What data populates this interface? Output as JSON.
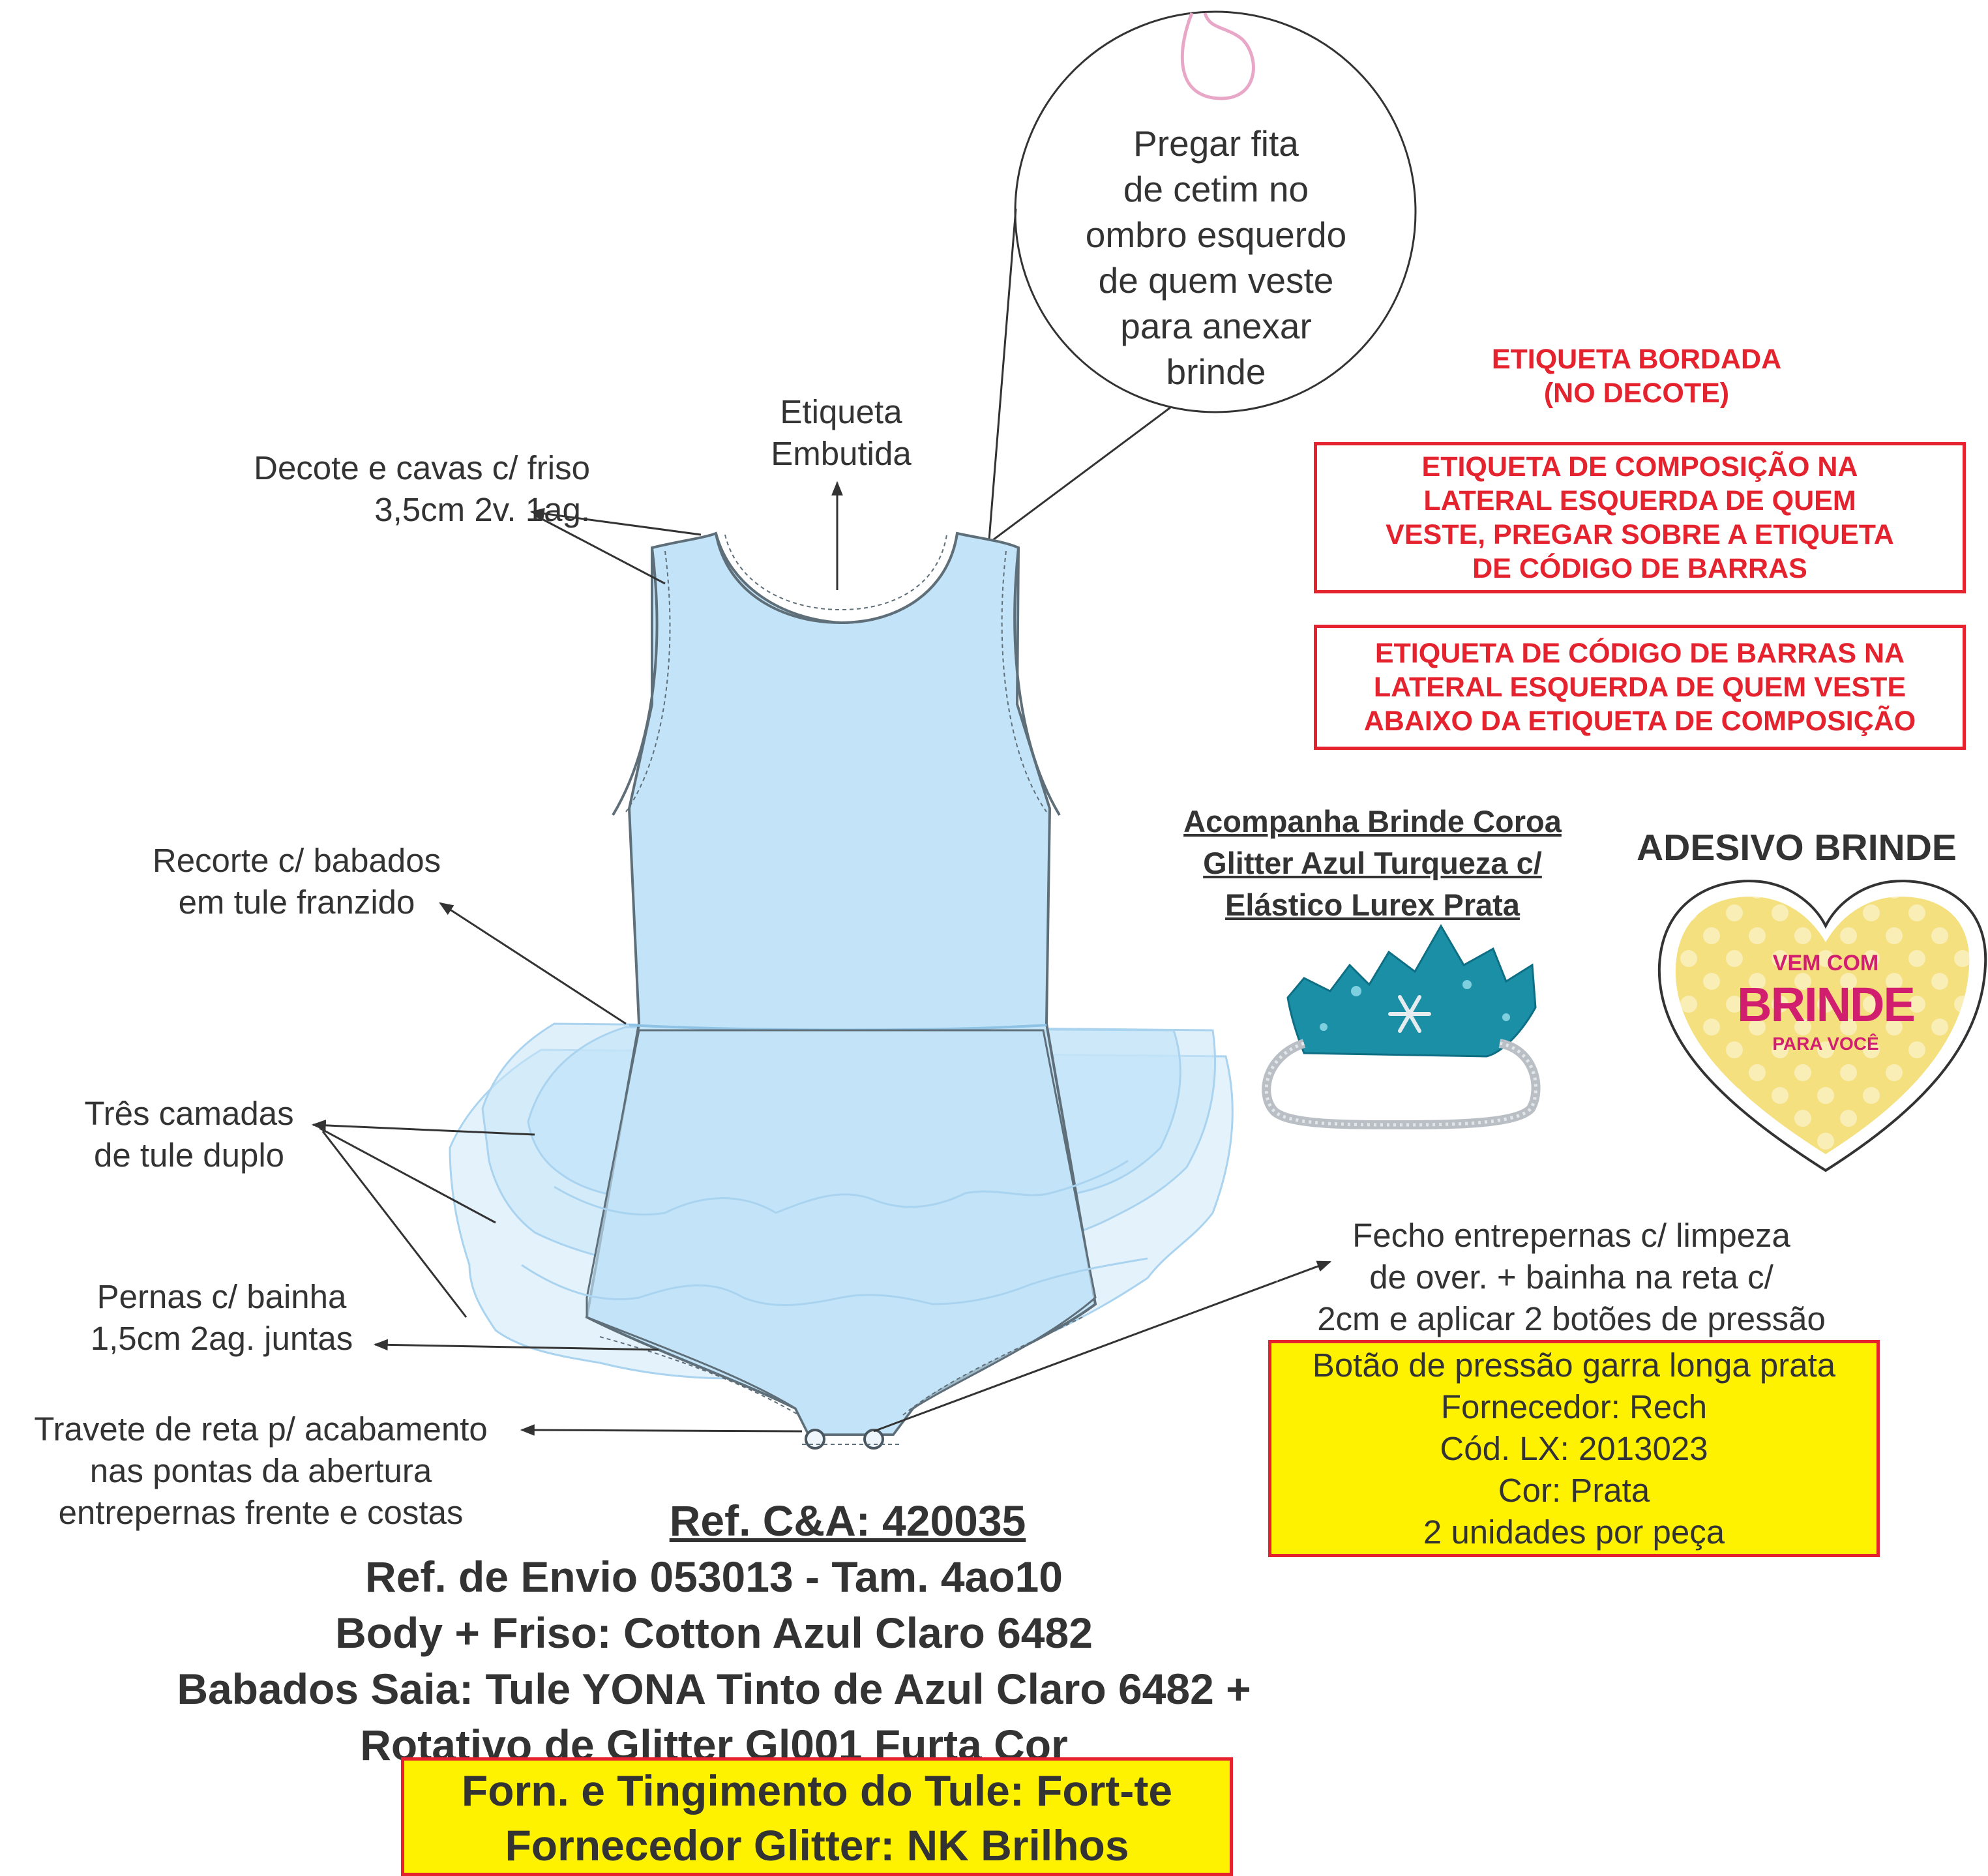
{
  "colors": {
    "body_fill": "#c3e4f8",
    "body_stroke": "#5f6f79",
    "tulle": "#b9dcf4",
    "red_text": "#e4232f",
    "yellow_box": "#fff200",
    "heart_fill": "#f4e07f",
    "crown": "#1b8fa6"
  },
  "callouts": {
    "circle_note": [
      "Pregar fita",
      "de cetim no",
      "ombro esquerdo",
      "de quem veste",
      "para anexar",
      "brinde"
    ],
    "label_tag": [
      "Etiqueta",
      "Embutida"
    ],
    "neckline": [
      "Decote e cavas c/ friso",
      "3,5cm 2v. 1ag."
    ],
    "cut_ruffles": [
      "Recorte c/ babados",
      "em tule franzido"
    ],
    "tulle_layers": [
      "Três camadas",
      "de tule duplo"
    ],
    "legs": [
      "Pernas c/ bainha",
      "1,5cm 2ag. juntas"
    ],
    "bartack": [
      "Travete de reta p/ acabamento",
      "nas pontas da abertura",
      "entrepernas frente e costas"
    ],
    "crotch": [
      "Fecho entrepernas c/ limpeza",
      "de over. + bainha na reta c/",
      "2cm e aplicar 2 botões de pressão"
    ]
  },
  "red_notes": {
    "embroidered_label": [
      "ETIQUETA BORDADA",
      "(NO DECOTE)"
    ],
    "composition_label": [
      "ETIQUETA DE COMPOSIÇÃO NA",
      "LATERAL ESQUERDA DE QUEM",
      "VESTE, PREGAR SOBRE A ETIQUETA",
      "DE CÓDIGO DE BARRAS"
    ],
    "barcode_label": [
      "ETIQUETA DE CÓDIGO DE BARRAS NA",
      "LATERAL ESQUERDA DE QUEM VESTE",
      "ABAIXO DA ETIQUETA DE COMPOSIÇÃO"
    ]
  },
  "gift": {
    "crown_title": [
      "Acompanha Brinde Coroa",
      "Glitter Azul Turqueza c/",
      "Elástico Lurex Prata"
    ],
    "sticker_title": "ADESIVO BRINDE",
    "sticker_text": [
      "VEM COM",
      "BRINDE",
      "PARA VOCÊ"
    ]
  },
  "button_box": [
    "Botão de pressão garra longa prata",
    "Fornecedor: Rech",
    "Cód. LX: 2013023",
    "Cor: Prata",
    "2 unidades por peça"
  ],
  "spec": {
    "ref": "Ref. C&A: 420035",
    "lines": [
      "Ref. de Envio 053013 - Tam. 4ao10",
      "Body + Friso: Cotton Azul Claro 6482",
      "Babados Saia: Tule YONA Tinto de Azul Claro 6482 +",
      "Rotativo de Glitter Gl001 Furta Cor"
    ],
    "supplier_box": [
      "Forn. e Tingimento do Tule: Fort-te",
      "Fornecedor Glitter: NK Brilhos"
    ]
  }
}
